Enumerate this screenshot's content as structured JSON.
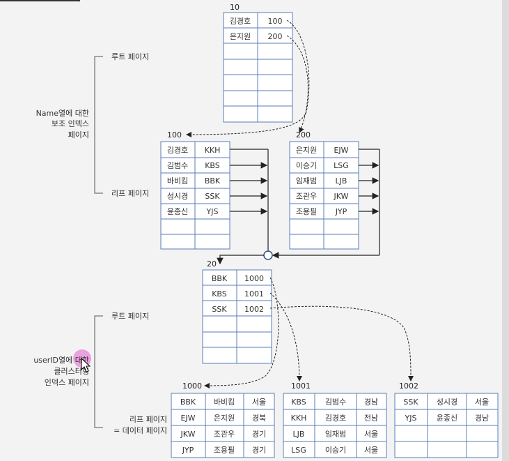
{
  "labels": {
    "root1": "루트 페이지",
    "secondary": [
      "Name열에 대한",
      "보조 인덱스",
      "페이지"
    ],
    "leaf1": "리프 페이지",
    "root2": "루트 페이지",
    "clustered": [
      "userID열에 대한",
      "클러스터형",
      "인덱스 페이지"
    ],
    "leaf2": [
      "리프 페이지",
      "= 데이터 페이지"
    ]
  },
  "pages": {
    "p10": {
      "id": "10",
      "rows": [
        [
          "김경호",
          "100"
        ],
        [
          "은지원",
          "200"
        ]
      ]
    },
    "p100": {
      "id": "100",
      "rows": [
        [
          "김경호",
          "KKH"
        ],
        [
          "김범수",
          "KBS"
        ],
        [
          "바비킴",
          "BBK"
        ],
        [
          "성시경",
          "SSK"
        ],
        [
          "윤종신",
          "YJS"
        ]
      ]
    },
    "p200": {
      "id": "200",
      "rows": [
        [
          "은지원",
          "EJW"
        ],
        [
          "이승기",
          "LSG"
        ],
        [
          "임재범",
          "LJB"
        ],
        [
          "조관우",
          "JKW"
        ],
        [
          "조용필",
          "JYP"
        ]
      ]
    },
    "p20": {
      "id": "20",
      "rows": [
        [
          "BBK",
          "1000"
        ],
        [
          "KBS",
          "1001"
        ],
        [
          "SSK",
          "1002"
        ]
      ]
    },
    "p1000": {
      "id": "1000",
      "rows": [
        [
          "BBK",
          "바비킴",
          "서울"
        ],
        [
          "EJW",
          "은지원",
          "경북"
        ],
        [
          "JKW",
          "조관우",
          "경기"
        ],
        [
          "JYP",
          "조용필",
          "경기"
        ]
      ]
    },
    "p1001": {
      "id": "1001",
      "rows": [
        [
          "KBS",
          "김범수",
          "경남"
        ],
        [
          "KKH",
          "김경호",
          "전남"
        ],
        [
          "LJB",
          "임재범",
          "서울"
        ],
        [
          "LSG",
          "이승기",
          "서울"
        ]
      ]
    },
    "p1002": {
      "id": "1002",
      "rows": [
        [
          "SSK",
          "성시경",
          "서울"
        ],
        [
          "YJS",
          "윤종신",
          "경남"
        ]
      ]
    }
  },
  "colors": {
    "grid": "#5a7db5",
    "highlight": "#e040c8"
  }
}
